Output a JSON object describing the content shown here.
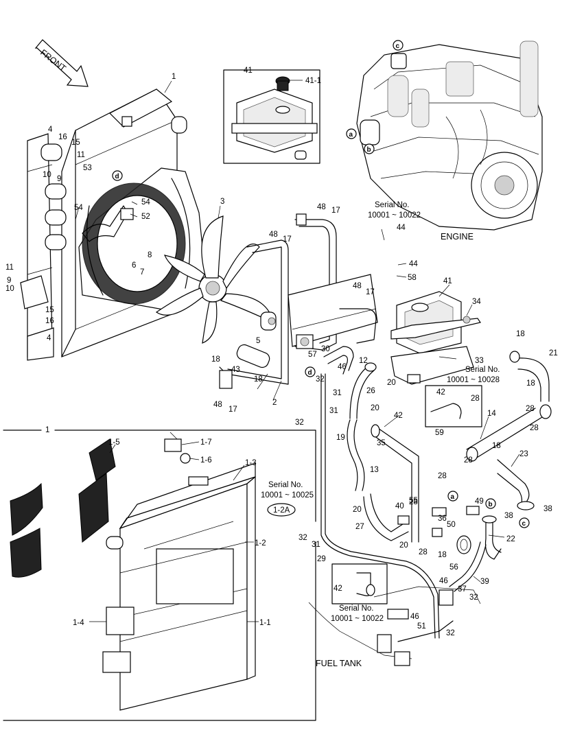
{
  "labels": {
    "front": "FRONT",
    "engine": "ENGINE",
    "fuel_tank": "FUEL TANK",
    "serial_no": "Serial No.",
    "serial_10022": "10001 ~ 10022",
    "serial_10025": "10001 ~ 10025",
    "serial_10028": "10001 ~ 10028"
  },
  "callouts": {
    "n1": "1",
    "n2": "2",
    "n3": "3",
    "n4": "4",
    "n5": "5",
    "n6": "6",
    "n7": "7",
    "n8": "8",
    "n9": "9",
    "n10": "10",
    "n11": "11",
    "n12": "12",
    "n13": "13",
    "n14": "14",
    "n15": "15",
    "n16": "16",
    "n17": "17",
    "n18": "18",
    "n19": "19",
    "n20": "20",
    "n21": "21",
    "n22": "22",
    "n23": "23",
    "n26": "26",
    "n27": "27",
    "n28": "28",
    "n29": "29",
    "n30": "30",
    "n31": "31",
    "n32": "32",
    "n33": "33",
    "n34": "34",
    "n35": "35",
    "n36": "36",
    "n37": "37",
    "n38": "38",
    "n39": "39",
    "n40": "40",
    "n41": "41",
    "n42": "42",
    "n43": "43",
    "n44": "44",
    "n46": "46",
    "n48": "48",
    "n49": "49",
    "n50": "50",
    "n51": "51",
    "n52": "52",
    "n53": "53",
    "n54": "54",
    "n55": "55",
    "n56": "56",
    "n57": "57",
    "n58": "58",
    "n59": "59",
    "s41_1": "41-1",
    "s1_1": "1-1",
    "s1_2": "1-2",
    "s1_2a": "1-2A",
    "s1_3": "1-3",
    "s1_4": "1-4",
    "s1_5": "1-5",
    "s1_6": "1-6",
    "s1_7": "1-7"
  },
  "circled_refs": {
    "a": "a",
    "b": "b",
    "c": "c",
    "d": "d"
  },
  "colors": {
    "line": "#000000",
    "background": "#ffffff"
  }
}
